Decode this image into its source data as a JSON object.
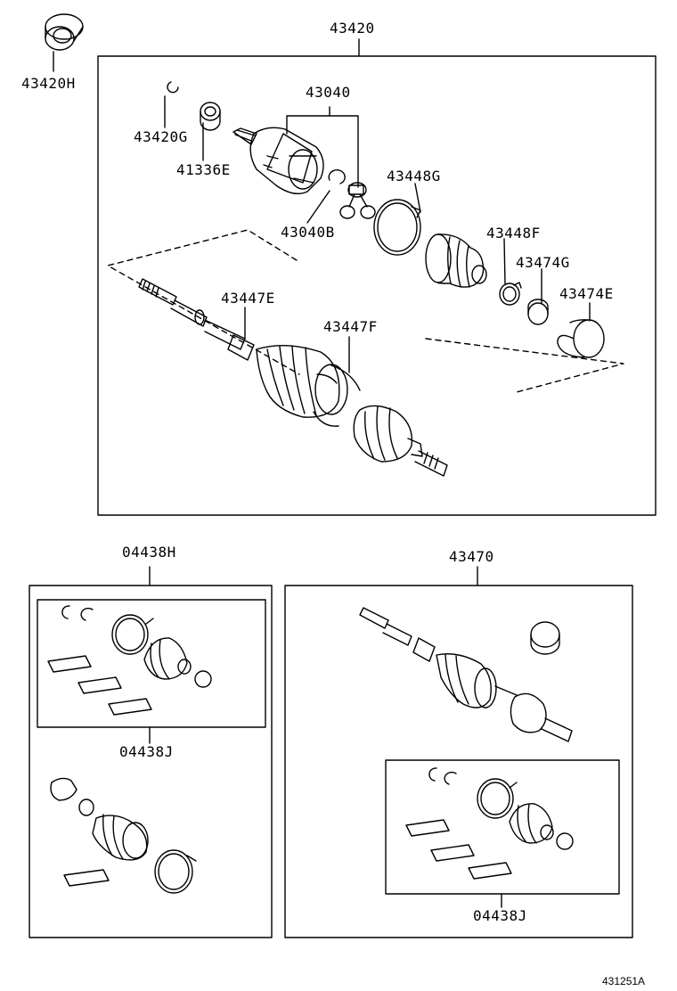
{
  "diagram": {
    "part_labels": {
      "p43420": "43420",
      "p43420H": "43420H",
      "p43040": "43040",
      "p43420G": "43420G",
      "p41336E": "41336E",
      "p43448G": "43448G",
      "p43040B": "43040B",
      "p43448F": "43448F",
      "p43474G": "43474G",
      "p43474E": "43474E",
      "p43447E": "43447E",
      "p43447F": "43447F",
      "p04438H": "04438H",
      "p43470": "43470",
      "p04438J_left": "04438J",
      "p04438J_right": "04438J"
    },
    "figure_code": "431251A"
  }
}
